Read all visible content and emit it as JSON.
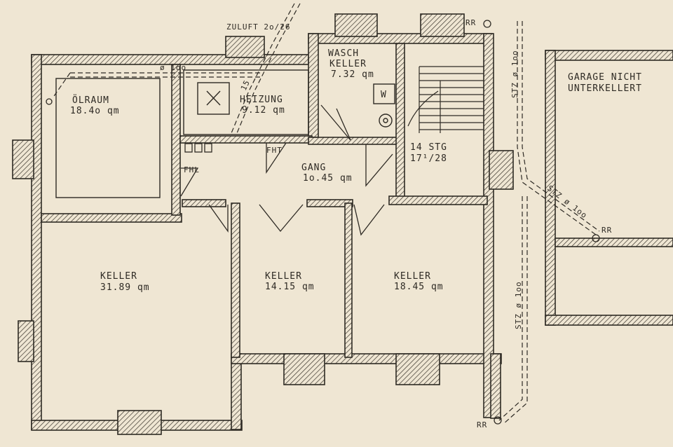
{
  "rooms": {
    "oelraum": {
      "name": "ÖLRAUM",
      "area": "18.4o qm"
    },
    "heizung": {
      "name": "HEIZUNG",
      "area": "9.12 qm"
    },
    "waschkeller": {
      "name_line1": "WASCH",
      "name_line2": "KELLER",
      "area": "7.32 qm"
    },
    "gang": {
      "name": "GANG",
      "area": "1o.45 qm"
    },
    "keller_large": {
      "name": "KELLER",
      "area": "31.89 qm"
    },
    "keller_mid": {
      "name": "KELLER",
      "area": "14.15 qm"
    },
    "keller_right": {
      "name": "KELLER",
      "area": "18.45 qm"
    },
    "garage": {
      "line1": "GARAGE NICHT",
      "line2": "UNTERKELLERT"
    }
  },
  "stairs": {
    "line1": "14 STG",
    "line2": "17¹/28"
  },
  "annotations": {
    "zuluft": "ZULUFT 2o/26",
    "dimension_top": "ø 1oo",
    "dimension_heizung": "15",
    "fht": "FHT",
    "fhl": "FHL",
    "w_box": "W",
    "rr_top": "RR",
    "rr_garage": "RR",
    "rr_bottom": "RR",
    "stz_upper": "STZ ø 1oo",
    "stz_diag": "STZ ø 1oo",
    "stz_lower": "STZ ø 1oo"
  },
  "colors": {
    "paper": "#efe6d3",
    "ink": "#2e2a24"
  }
}
